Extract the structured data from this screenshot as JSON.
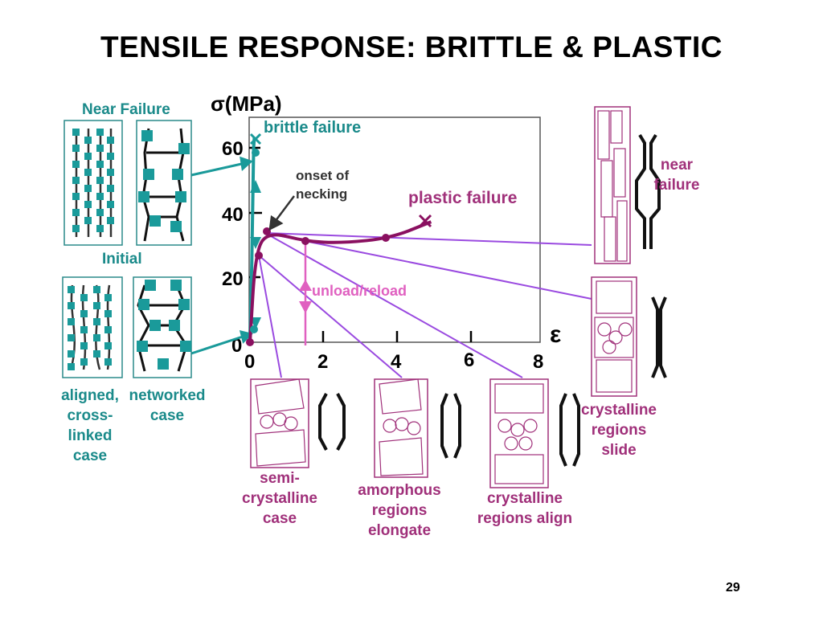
{
  "title": "TENSILE RESPONSE: BRITTLE & PLASTIC",
  "slide_number": "29",
  "colors": {
    "teal": "#1a9a9a",
    "purple_curve": "#8a1060",
    "violet_line": "#9a4ae0",
    "pink": "#e060c0"
  },
  "chart_data": {
    "type": "line",
    "ylabel": "σ(MPa)",
    "xlabel": "ε",
    "xticks": [
      "0",
      "2",
      "4",
      "6",
      "8"
    ],
    "yticks": [
      "0",
      "20",
      "40",
      "60"
    ],
    "xlim": [
      0,
      8
    ],
    "ylim": [
      0,
      70
    ],
    "series": [
      {
        "label": "brittle failure",
        "x": [
          0,
          0.05,
          0.1,
          0.12
        ],
        "y": [
          0,
          25,
          60,
          63
        ]
      },
      {
        "label": "plastic failure",
        "x": [
          0,
          0.15,
          0.5,
          1.5,
          2.5,
          3.8,
          4.9
        ],
        "y": [
          0,
          28,
          34,
          31,
          30.5,
          32,
          37
        ]
      }
    ],
    "annotations": {
      "onset_of_necking": "onset of necking",
      "unload_reload": "unload/reload"
    }
  },
  "labels": {
    "near_failure_left": "Near Failure",
    "initial": "Initial",
    "aligned": [
      "aligned,",
      "cross-",
      "linked",
      "case"
    ],
    "networked": [
      "networked",
      "case"
    ],
    "near_failure_right": [
      "near",
      "failure"
    ],
    "semi": [
      "semi-",
      "crystalline",
      "case"
    ],
    "amorphous": [
      "amorphous",
      "regions",
      "elongate"
    ],
    "crystalline_align": [
      "crystalline",
      "regions align"
    ],
    "crystalline_slide": [
      "crystalline",
      "regions",
      "slide"
    ]
  }
}
